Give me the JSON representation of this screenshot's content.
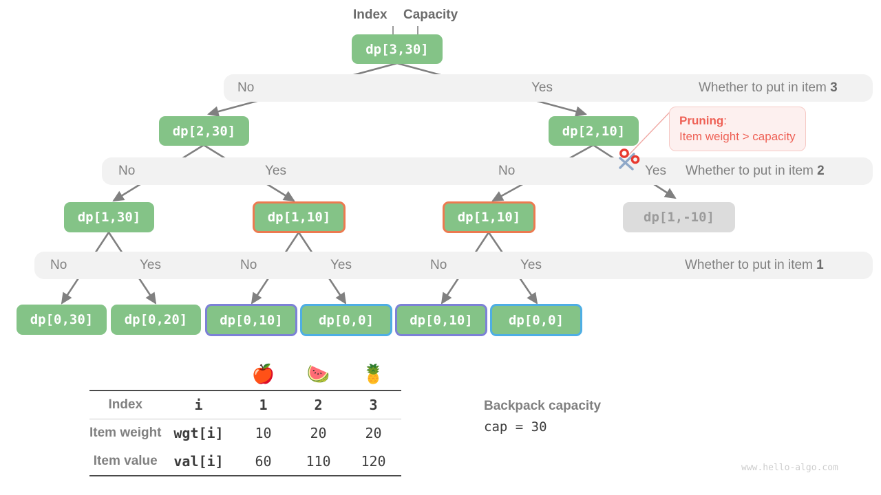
{
  "annotations": {
    "index_label": "Index",
    "capacity_label": "Capacity"
  },
  "tree": {
    "root": {
      "label": "dp[3,30]"
    },
    "level2": [
      {
        "label": "dp[2,30]"
      },
      {
        "label": "dp[2,10]"
      }
    ],
    "level3": [
      {
        "label": "dp[1,30]"
      },
      {
        "label": "dp[1,10]"
      },
      {
        "label": "dp[1,10]"
      },
      {
        "label": "dp[1,-10]"
      }
    ],
    "level4": [
      {
        "label": "dp[0,30]"
      },
      {
        "label": "dp[0,20]"
      },
      {
        "label": "dp[0,10]"
      },
      {
        "label": "dp[0,0]"
      },
      {
        "label": "dp[0,10]"
      },
      {
        "label": "dp[0,0]"
      }
    ]
  },
  "bands": [
    {
      "caption_prefix": "Whether to put in item ",
      "caption_item": "3",
      "no": "No",
      "yes": "Yes"
    },
    {
      "caption_prefix": "Whether to put in item ",
      "caption_item": "2",
      "no_left": "No",
      "yes_left": "Yes",
      "no_right": "No",
      "yes_right": "Yes"
    },
    {
      "caption_prefix": "Whether to put in item ",
      "caption_item": "1",
      "no_1": "No",
      "yes_1": "Yes",
      "no_2": "No",
      "yes_2": "Yes",
      "no_3": "No",
      "yes_3": "Yes"
    }
  ],
  "pruning": {
    "title": "Pruning",
    "title_suffix": ":",
    "reason": "Item weight > capacity",
    "icon": "scissors-icon",
    "color": "#ee6055"
  },
  "item_table": {
    "emojis": [
      "🍎",
      "🍉",
      "🍍"
    ],
    "row_labels": [
      "Index",
      "Item weight",
      "Item value"
    ],
    "keys": [
      "i",
      "wgt[i]",
      "val[i]"
    ],
    "index_values": [
      "1",
      "2",
      "3"
    ],
    "weight_values": [
      "10",
      "20",
      "20"
    ],
    "value_values": [
      "60",
      "110",
      "120"
    ]
  },
  "capacity_note": {
    "title": "Backpack capacity",
    "expression": "cap = 30"
  },
  "watermark": "www.hello-algo.com",
  "colors": {
    "node_green": "#84c387",
    "node_gray": "#dcdcdc",
    "border_orange": "#ec7a50",
    "border_purple": "#7c81d6",
    "border_blue": "#4eaee4",
    "band_gray": "#f2f2f2",
    "edge_gray": "#808080",
    "prune_red": "#ee6055"
  }
}
